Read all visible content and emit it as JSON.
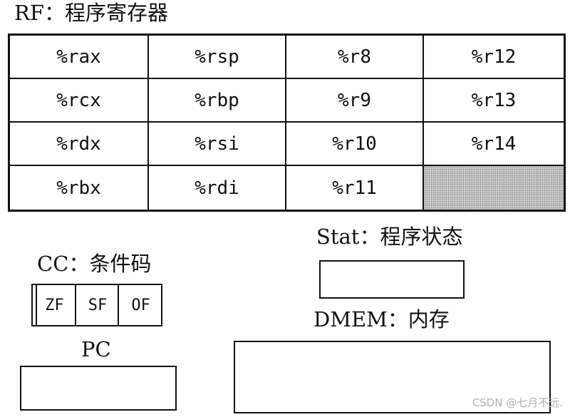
{
  "rf": {
    "title": "RF：程序寄存器",
    "registers": [
      [
        "%rax",
        "%rsp",
        "%r8",
        "%r12"
      ],
      [
        "%rcx",
        "%rbp",
        "%r9",
        "%r13"
      ],
      [
        "%rdx",
        "%rsi",
        "%r10",
        "%r14"
      ],
      [
        "%rbx",
        "%rdi",
        "%r11",
        ""
      ]
    ]
  },
  "cc": {
    "title": "CC：条件码",
    "flags": [
      "ZF",
      "SF",
      "OF"
    ]
  },
  "stat": {
    "title": "Stat：程序状态"
  },
  "dmem": {
    "title": "DMEM：内存"
  },
  "pc": {
    "title": "PC"
  },
  "watermark": "CSDN @七月不远."
}
